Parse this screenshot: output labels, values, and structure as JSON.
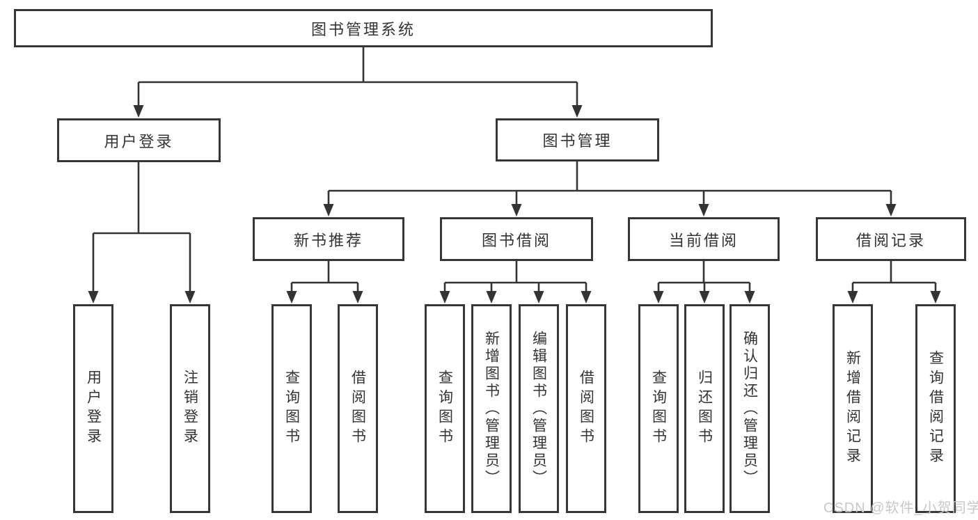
{
  "colors": {
    "line": "#333333",
    "box_border": "#363636",
    "box_fill": "#ffffff",
    "text": "#333333",
    "watermark": "#c8c8c8",
    "background": "#ffffff"
  },
  "diagram_type": "hierarchical functional structure chart",
  "tree": {
    "root": {
      "label": "图书管理系统",
      "children": [
        {
          "label": "用户登录",
          "children": [
            {
              "label": "用户登录"
            },
            {
              "label": "注销登录"
            }
          ]
        },
        {
          "label": "图书管理",
          "children": [
            {
              "label": "新书推荐",
              "children": [
                {
                  "label": "查询图书"
                },
                {
                  "label": "借阅图书"
                }
              ]
            },
            {
              "label": "图书借阅",
              "children": [
                {
                  "label": "查询图书"
                },
                {
                  "label": "新增图书（管理员）"
                },
                {
                  "label": "编辑图书（管理员）"
                },
                {
                  "label": "借阅图书"
                }
              ]
            },
            {
              "label": "当前借阅",
              "children": [
                {
                  "label": "查询图书"
                },
                {
                  "label": "归还图书"
                },
                {
                  "label": "确认归还（管理员）"
                }
              ]
            },
            {
              "label": "借阅记录",
              "children": [
                {
                  "label": "新增借阅记录"
                },
                {
                  "label": "查询借阅记录"
                }
              ]
            }
          ]
        }
      ]
    }
  },
  "watermark": {
    "text": "CSDN @软件_小贺同学"
  }
}
